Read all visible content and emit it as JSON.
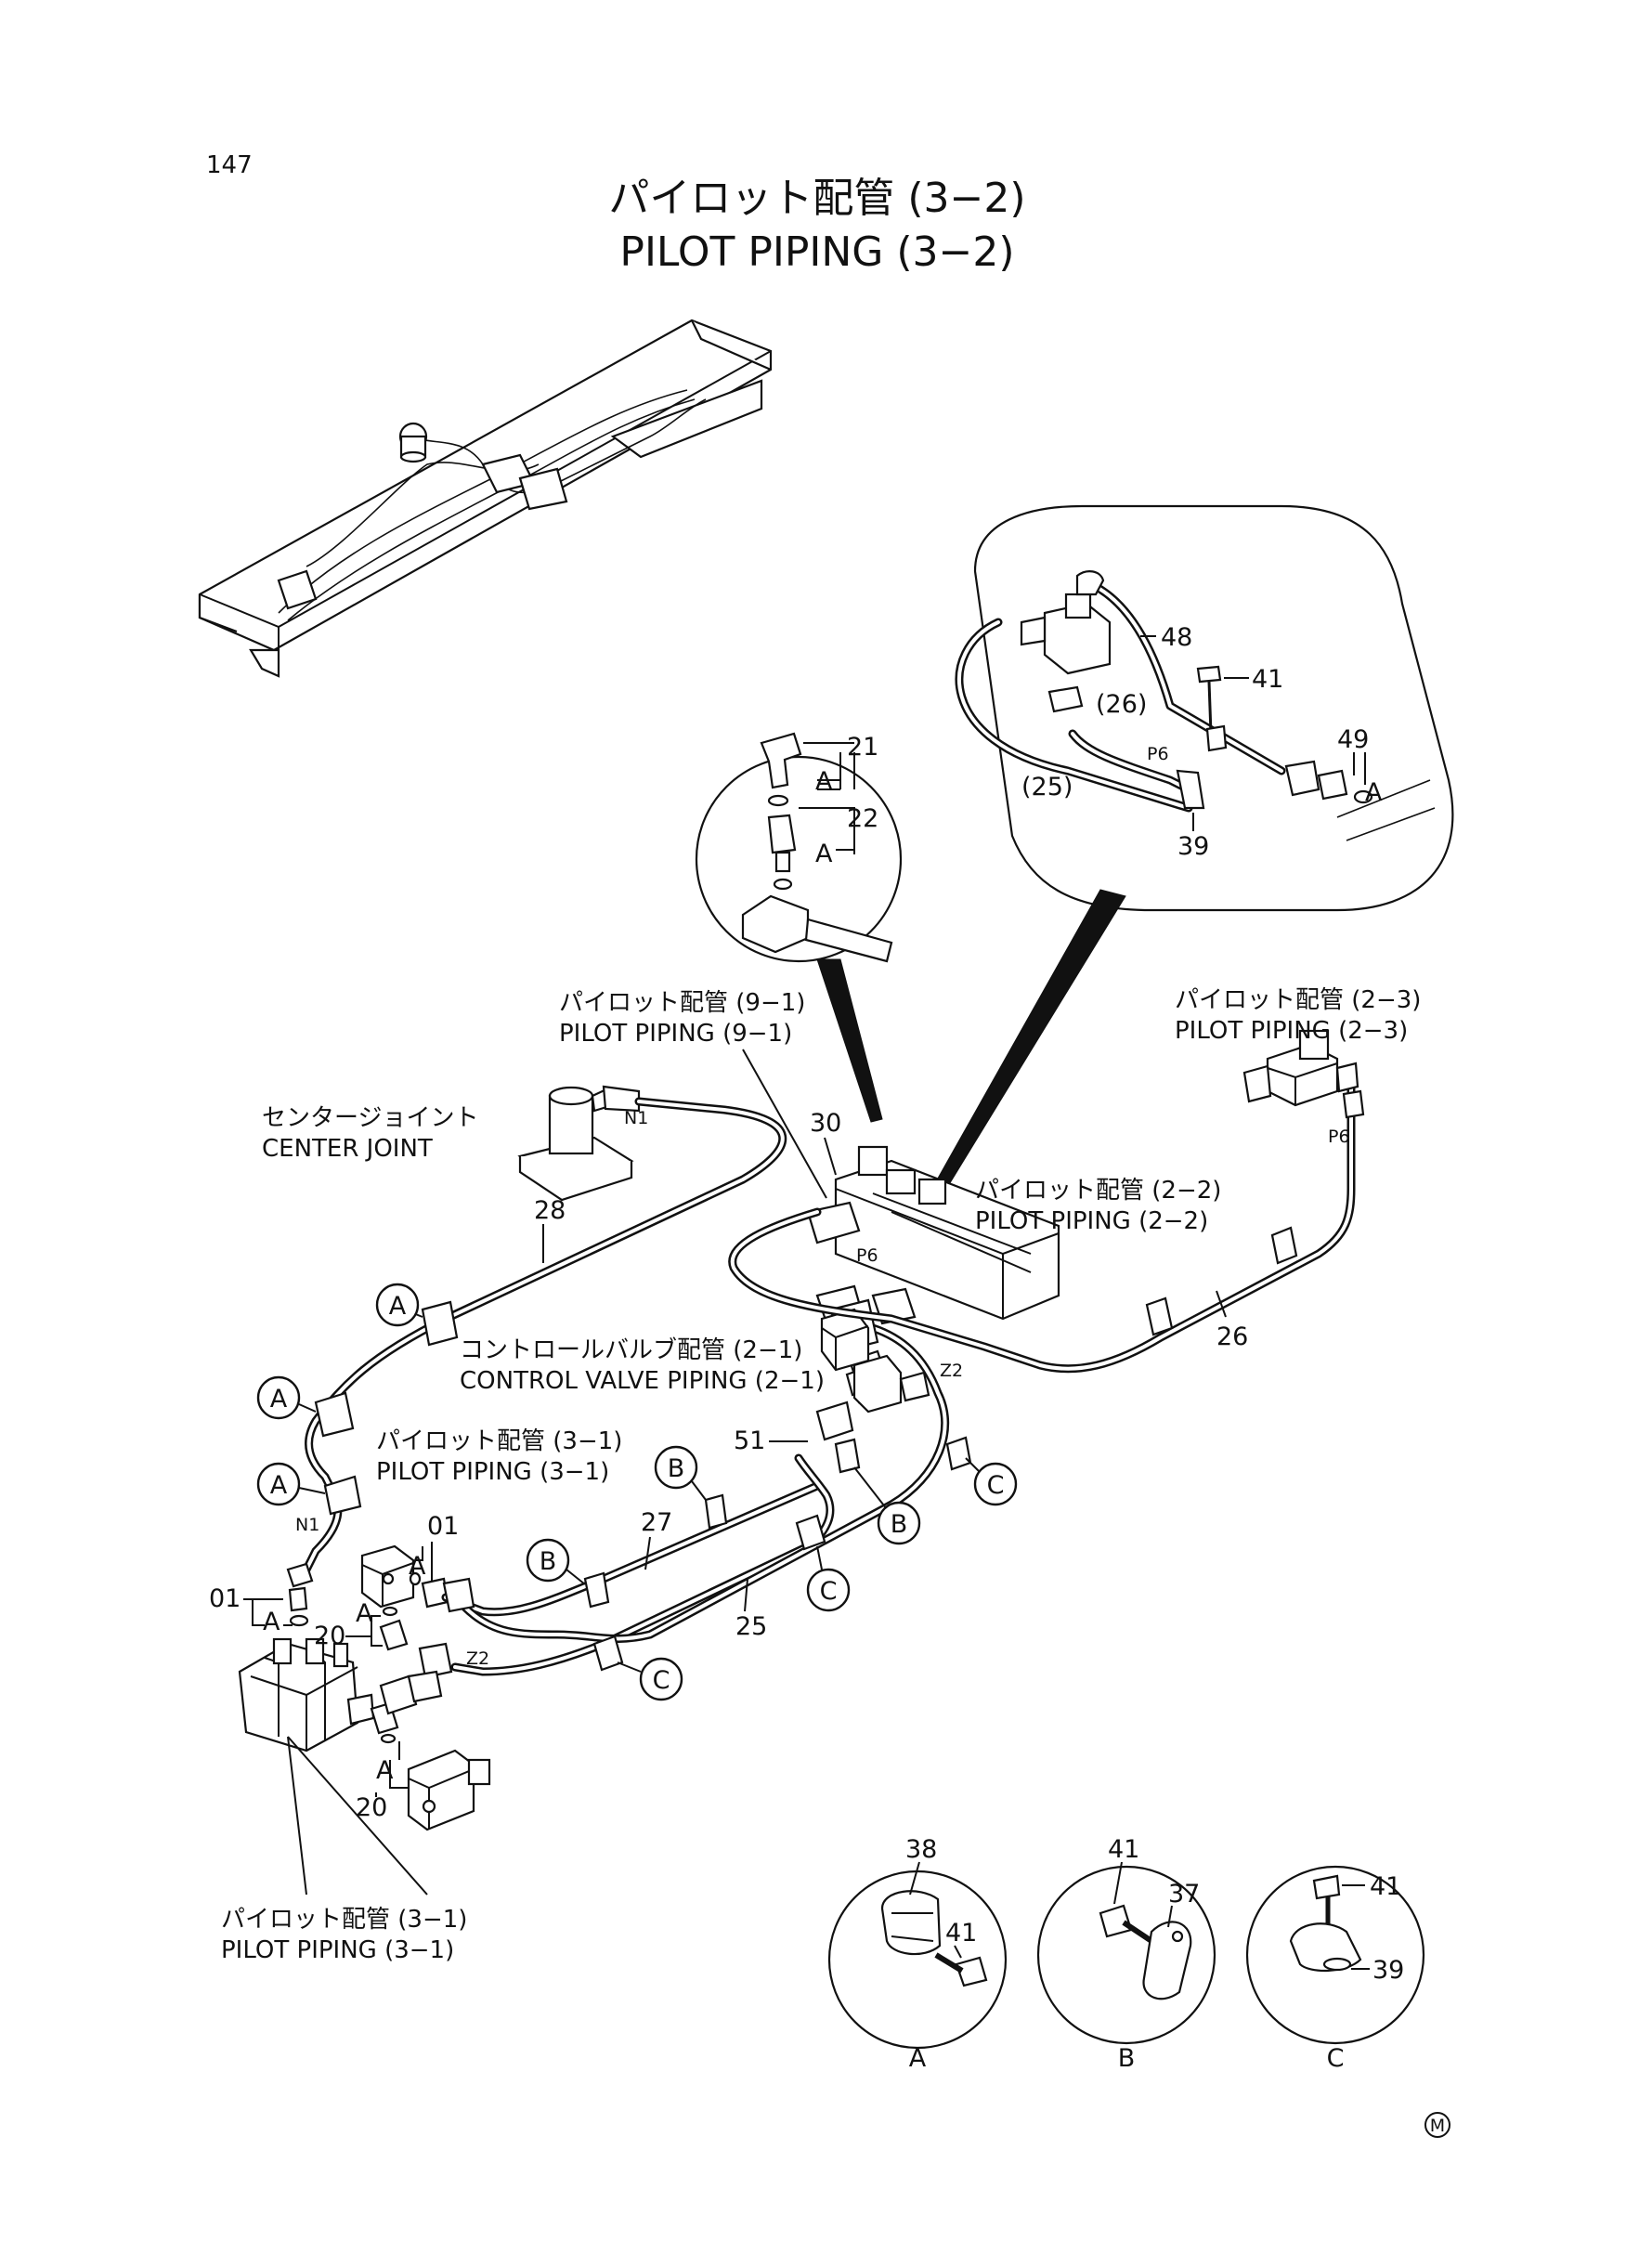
{
  "page_number": "147",
  "title_jp": "パイロット配管 (3−2)",
  "title_en": "PILOT PIPING (3−2)",
  "refs": {
    "pilot_9_1_jp": "パイロット配管 (9−1)",
    "pilot_9_1_en": "PILOT PIPING (9−1)",
    "pilot_2_3_jp": "パイロット配管 (2−3)",
    "pilot_2_3_en": "PILOT PIPING (2−3)",
    "pilot_2_2_jp": "パイロット配管 (2−2)",
    "pilot_2_2_en": "PILOT PIPING (2−2)",
    "center_joint_jp": "センタージョイント",
    "center_joint_en": "CENTER JOINT",
    "control_valve_jp": "コントロールバルブ配管 (2−1)",
    "control_valve_en": "CONTROL VALVE PIPING (2−1)",
    "pilot_3_1_jp": "パイロット配管 (3−1)",
    "pilot_3_1_en": "PILOT PIPING (3−1)",
    "pilot_3_1b_jp": "パイロット配管 (3−1)",
    "pilot_3_1b_en": "PILOT PIPING (3−1)"
  },
  "parts": {
    "p01a": "01",
    "p01b": "01",
    "p20a": "20",
    "p20b": "20",
    "p21": "21",
    "p22": "22",
    "p25": "25",
    "p25_paren": "(25)",
    "p26": "26",
    "p26_paren": "(26)",
    "p27": "27",
    "p28": "28",
    "p30": "30",
    "p37": "37",
    "p38": "38",
    "p39a": "39",
    "p39b": "39",
    "p41a": "41",
    "p41b": "41",
    "p41c": "41",
    "p41d": "41",
    "p48": "48",
    "p49": "49",
    "p51": "51"
  },
  "ports": {
    "n1a": "N1",
    "n1b": "N1",
    "p6a": "P6",
    "p6b": "P6",
    "p6c": "P6",
    "z2a": "Z2",
    "z2b": "Z2"
  },
  "callouts": {
    "a": "A",
    "b": "B",
    "c": "C"
  },
  "details": {
    "a": "A",
    "b": "B",
    "c": "C"
  },
  "mark": "M"
}
